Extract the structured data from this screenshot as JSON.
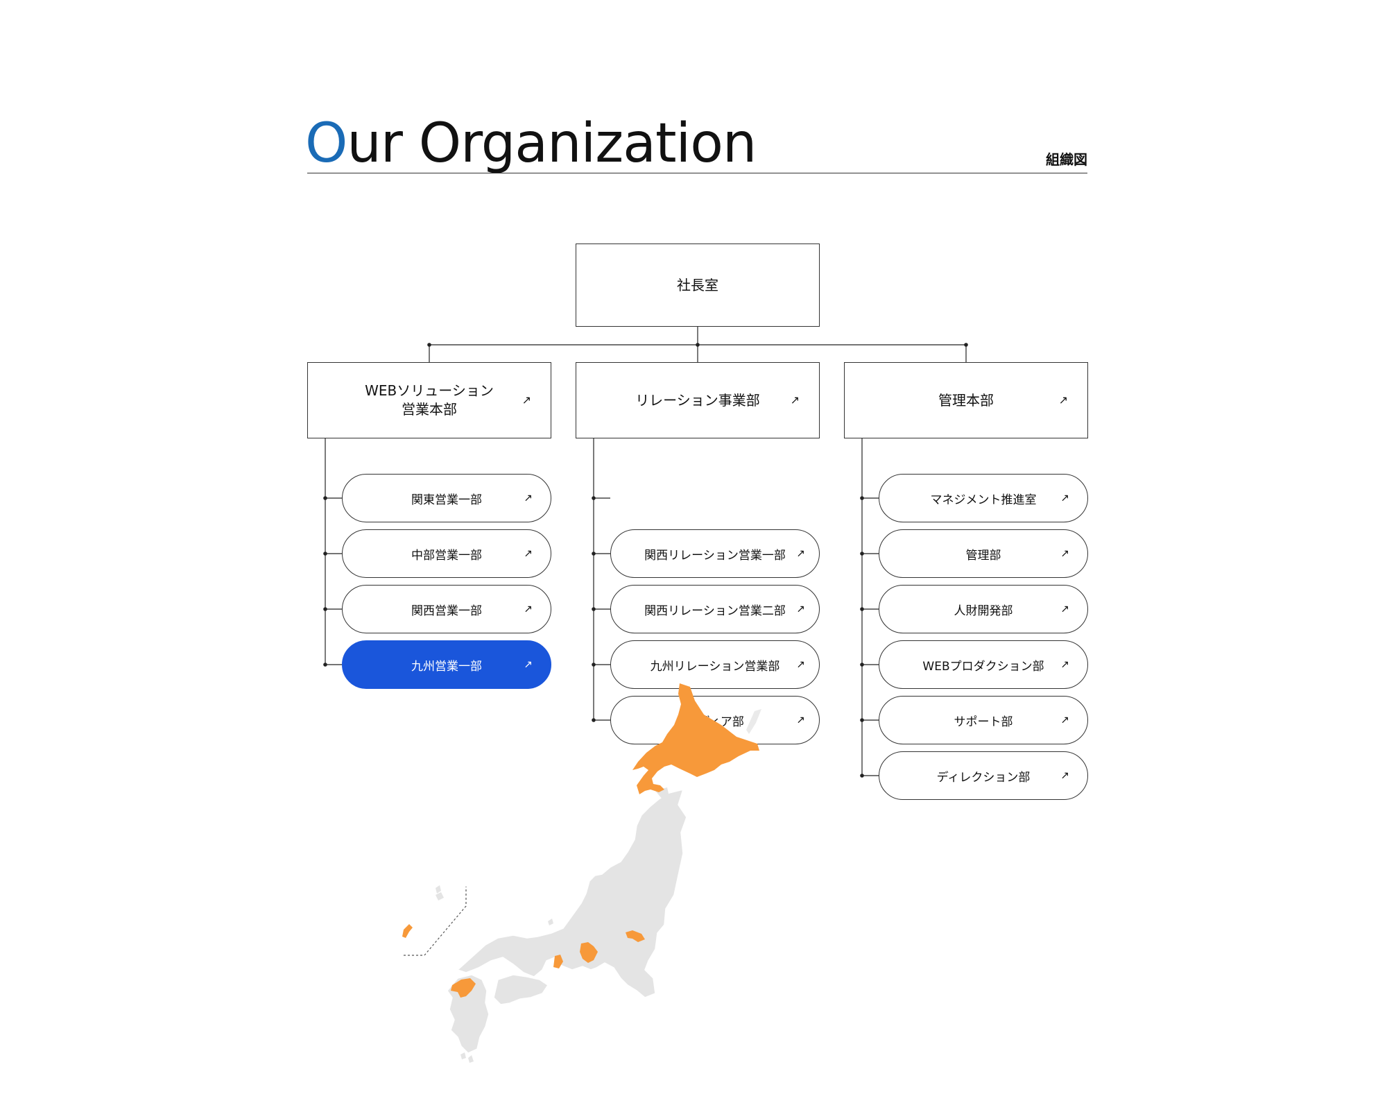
{
  "header": {
    "title_first": "O",
    "title_rest": "ur Organization",
    "subtitle": "組織図",
    "accent_color": "#1a6bb6"
  },
  "org": {
    "root": {
      "label": "社長室"
    },
    "divisions": [
      {
        "label": "WEBソリューション\n営業本部",
        "arrow": "↗",
        "departments": [
          {
            "label": "関東営業一部",
            "arrow": "↗"
          },
          {
            "label": "中部営業一部",
            "arrow": "↗"
          },
          {
            "label": "関西営業一部",
            "arrow": "↗"
          },
          {
            "label": "九州営業一部",
            "arrow": "↗",
            "active": true
          }
        ]
      },
      {
        "label": "リレーション事業部",
        "arrow": "↗",
        "departments": [
          {
            "label": "関西リレーション営業一部",
            "arrow": "↗"
          },
          {
            "label": "関西リレーション営業二部",
            "arrow": "↗"
          },
          {
            "label": "九州リレーション営業部",
            "arrow": "↗"
          },
          {
            "label": "メディア部",
            "arrow": "↗"
          }
        ]
      },
      {
        "label": "管理本部",
        "arrow": "↗",
        "departments": [
          {
            "label": "マネジメント推進室",
            "arrow": "↗"
          },
          {
            "label": "管理部",
            "arrow": "↗"
          },
          {
            "label": "人財開発部",
            "arrow": "↗"
          },
          {
            "label": "WEBプロダクション部",
            "arrow": "↗"
          },
          {
            "label": "サポート部",
            "arrow": "↗"
          },
          {
            "label": "ディレクション部",
            "arrow": "↗"
          }
        ]
      }
    ]
  },
  "colors": {
    "active_pill": "#1a56db",
    "map_base": "#e4e4e4",
    "map_highlight": "#f7993a"
  },
  "map": {
    "highlighted_regions": [
      "Hokkaido",
      "Tokyo",
      "Aichi",
      "Osaka",
      "Fukuoka",
      "Okinawa"
    ]
  }
}
